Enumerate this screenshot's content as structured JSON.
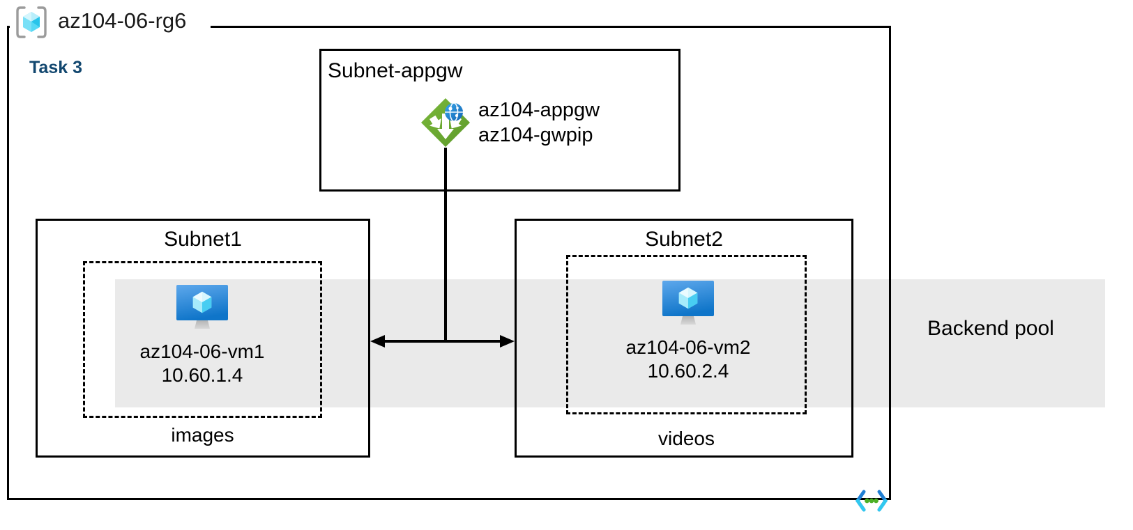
{
  "diagram": {
    "type": "azure-architecture",
    "title": "az104-06-rg6",
    "task_label": "Task 3"
  },
  "colors": {
    "task_label": "#12476f",
    "backend_band": "#eaeaea",
    "border": "#000000",
    "appgw_green": "#69a533",
    "appgw_globe_blue": "#1e8bd6",
    "vm_blue": "#1b8ae0",
    "vm_cube_cyan": "#9fe5fb",
    "rg_icon_cyan": "#4fd4f4",
    "rg_bracket_gray": "#9b9b9b",
    "vnet_cyan": "#31c8ef",
    "vnet_blue": "#1f7fd4",
    "vnet_green": "#4caf25"
  },
  "resource_group": {
    "name": "az104-06-rg6",
    "icon": "azure-resource-group-icon"
  },
  "backend_pool": {
    "label": "Backend pool"
  },
  "subnets": [
    {
      "id": "subnet-appgw",
      "title": "Subnet-appgw",
      "title_align": "left",
      "resources": [
        {
          "id": "appgw",
          "icon": "application-gateway-icon",
          "labels": [
            "az104-appgw",
            "az104-gwpip"
          ]
        }
      ]
    },
    {
      "id": "subnet1",
      "title": "Subnet1",
      "title_align": "center",
      "dashed_caption": "images",
      "resources": [
        {
          "id": "vm1",
          "icon": "virtual-machine-icon",
          "name": "az104-06-vm1",
          "ip": "10.60.1.4"
        }
      ]
    },
    {
      "id": "subnet2",
      "title": "Subnet2",
      "title_align": "center",
      "dashed_caption": "videos",
      "resources": [
        {
          "id": "vm2",
          "icon": "virtual-machine-icon",
          "name": "az104-06-vm2",
          "ip": "10.60.2.4"
        }
      ]
    }
  ],
  "connections": [
    {
      "id": "appgw-to-backend",
      "from": "appgw",
      "to": "backend-pool-bus",
      "style": "solid-vertical"
    },
    {
      "id": "backend-bus",
      "from": "subnet1",
      "to": "subnet2",
      "style": "double-arrow-horizontal"
    }
  ],
  "vnet_badge": {
    "icon": "virtual-network-icon"
  }
}
